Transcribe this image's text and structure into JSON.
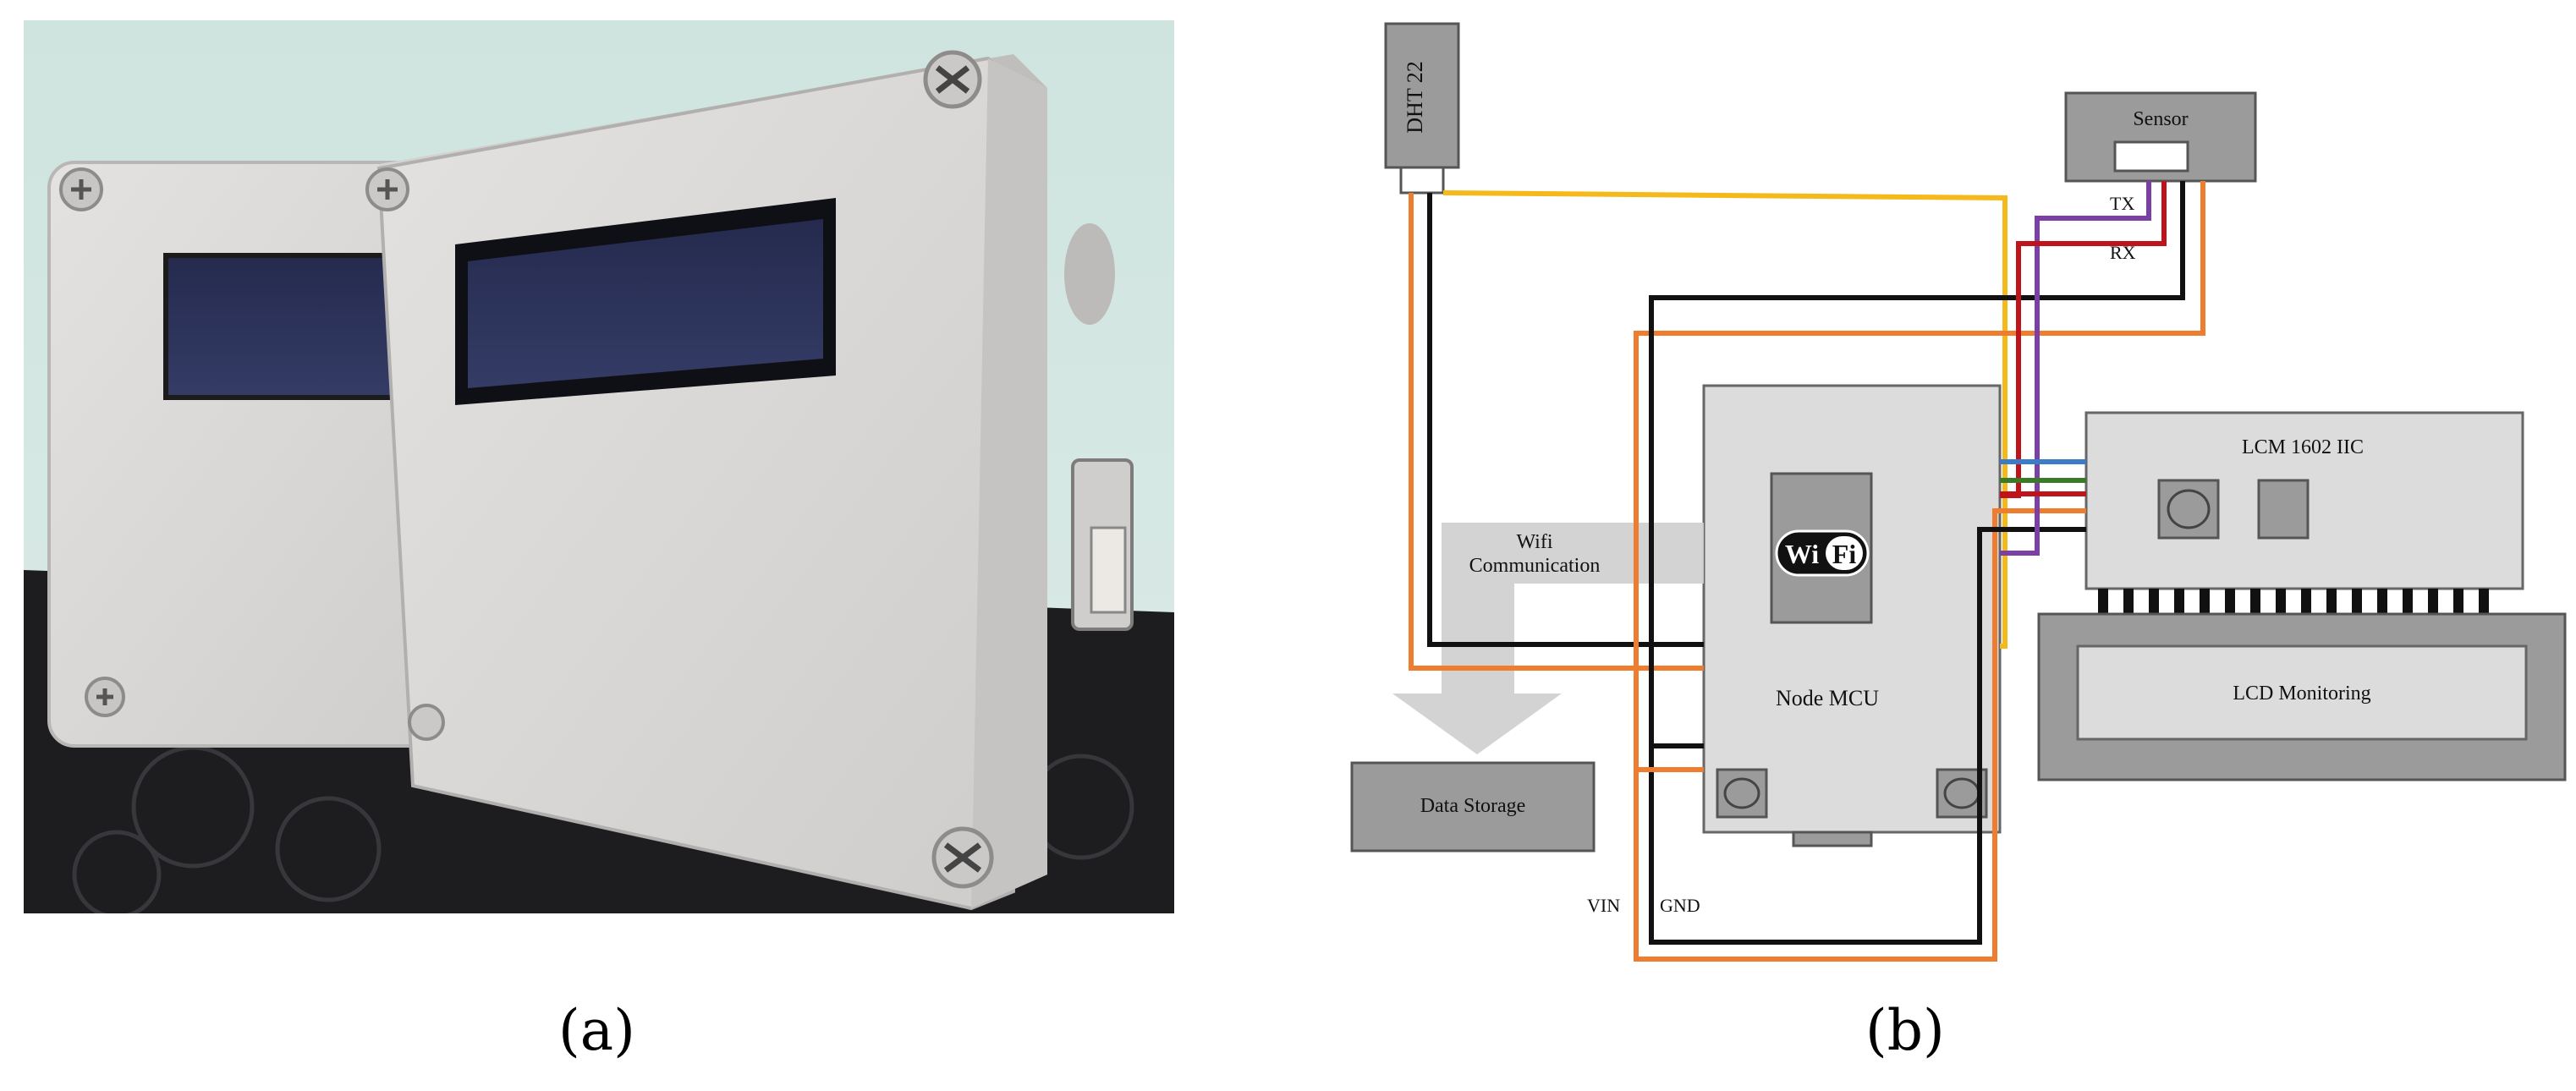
{
  "captions": {
    "a": "(a)",
    "b": "(b)"
  },
  "diagram": {
    "dht": "DHT 22",
    "sensor": "Sensor",
    "tx": "TX",
    "rx": "RX",
    "wifi_comm_line1": "Wifi",
    "wifi_comm_line2": "Communication",
    "wifi_logo_wi": "Wi",
    "wifi_logo_fi": "Fi",
    "node_mcu": "Node MCU",
    "lcm": "LCM 1602 IIC",
    "lcd_monitoring": "LCD Monitoring",
    "data_storage": "Data Storage",
    "vin": "VIN",
    "gnd": "GND"
  },
  "colors": {
    "orange": "#ee7d30",
    "black": "#111111",
    "yellow": "#f6b91b",
    "purple": "#7b3fa6",
    "red": "#c0141c",
    "blue": "#3c7cc6",
    "green": "#3a7b27",
    "box_gray": "#9b9b9b",
    "box_light": "#dcdcdc"
  }
}
